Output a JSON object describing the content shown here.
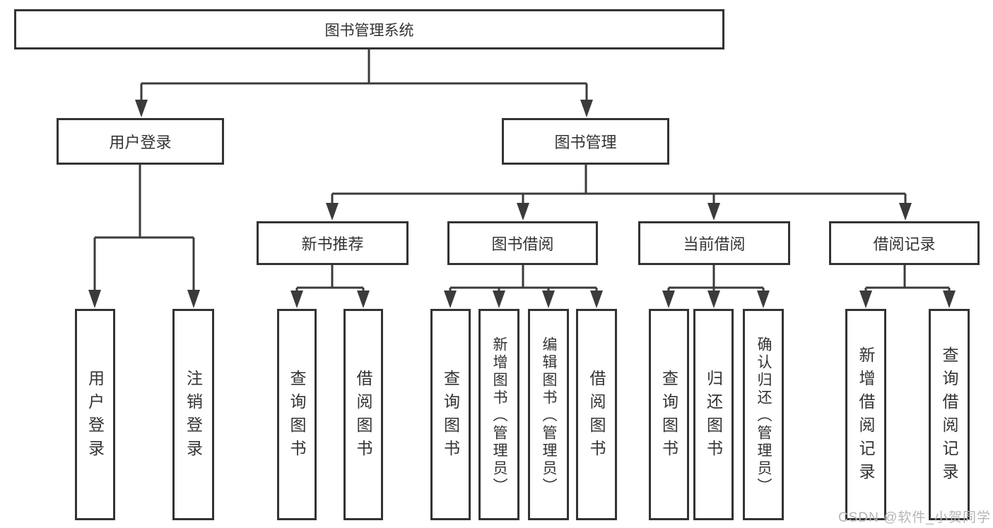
{
  "diagram": {
    "root": {
      "label": "图书管理系统"
    },
    "level2": [
      {
        "label": "用户登录"
      },
      {
        "label": "图书管理"
      }
    ],
    "level3": [
      {
        "label": "新书推荐"
      },
      {
        "label": "图书借阅"
      },
      {
        "label": "当前借阅"
      },
      {
        "label": "借阅记录"
      }
    ],
    "leaves": {
      "user_login": [
        {
          "label": "用户登录"
        },
        {
          "label": "注销登录"
        }
      ],
      "new_books": [
        {
          "label": "查询图书"
        },
        {
          "label": "借阅图书"
        }
      ],
      "book_borrow": [
        {
          "label": "查询图书"
        },
        {
          "label": "新增图书（管理员）"
        },
        {
          "label": "编辑图书（管理员）"
        },
        {
          "label": "借阅图书"
        }
      ],
      "current_borrow": [
        {
          "label": "查询图书"
        },
        {
          "label": "归还图书"
        },
        {
          "label": "确认归还（管理员）"
        }
      ],
      "borrow_records": [
        {
          "label": "新增借阅记录"
        },
        {
          "label": "查询借阅记录"
        }
      ]
    }
  },
  "watermark": {
    "text": "CSDN @软件_小贺同学"
  },
  "colors": {
    "line": "#3b3b3b",
    "box_border": "#333333",
    "text": "#333333",
    "watermark": "#b6b6b6",
    "background": "#ffffff"
  }
}
